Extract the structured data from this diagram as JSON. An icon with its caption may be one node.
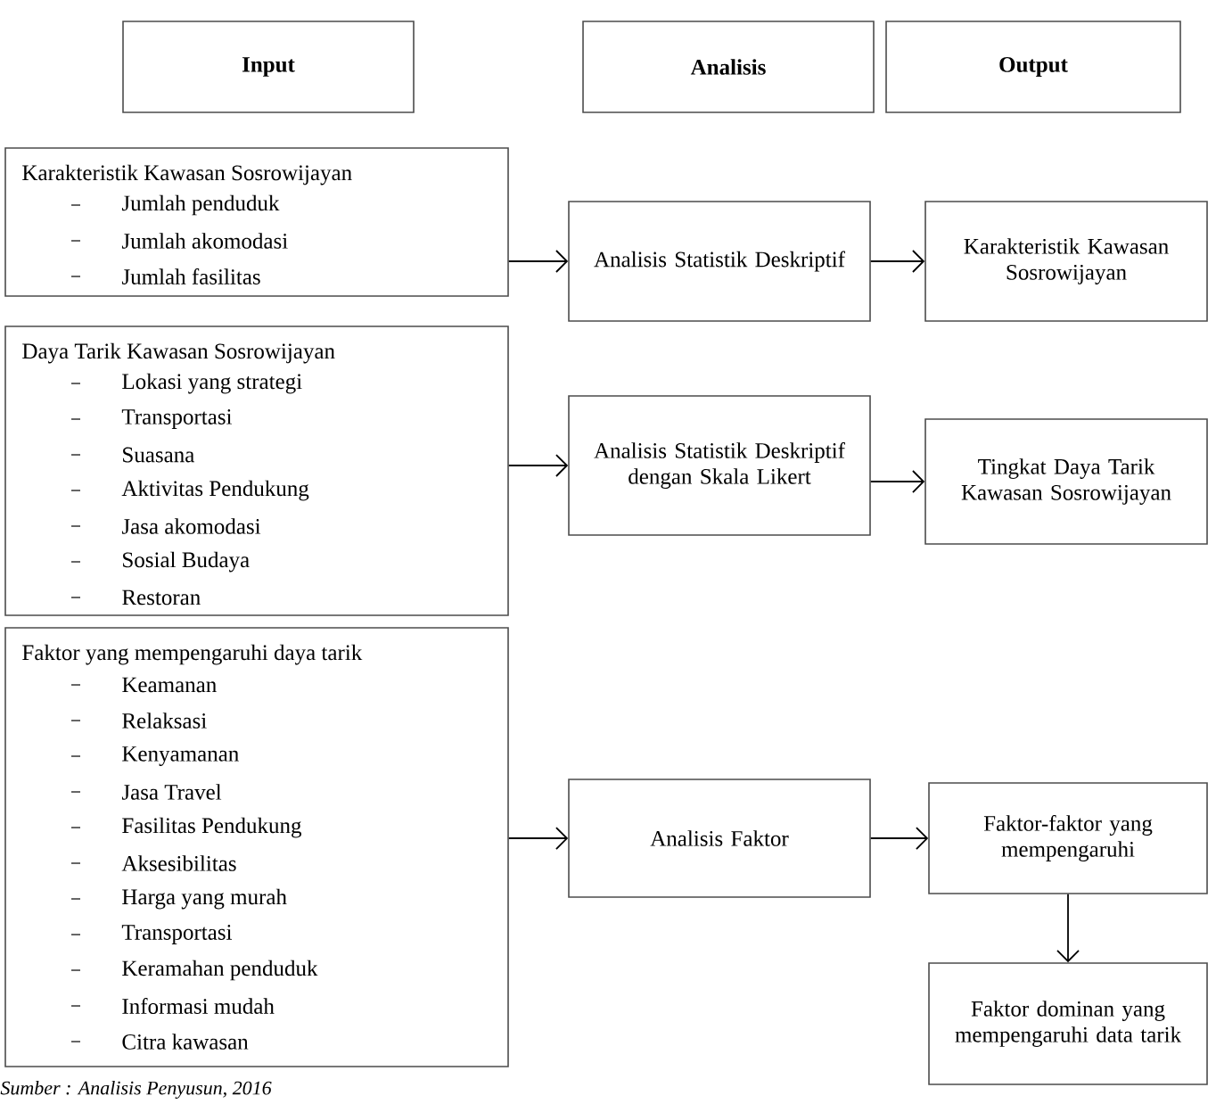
{
  "diagram": {
    "caption": "Sumber : Analisis Penyusun, 2016",
    "nodes": [
      {
        "text": [
          "Input"
        ]
      },
      {
        "text": [
          "Analisis"
        ]
      },
      {
        "text": [
          "Output"
        ]
      },
      {
        "text": [
          "Karakteristik Kawasan Sosrowijayan",
          "Jumlah penduduk",
          "Jumlah akomodasi",
          "Jumlah fasilitas"
        ]
      },
      {
        "text": [
          "Daya Tarik Kawasan Sosrowijayan",
          "Lokasi yang strategi",
          "Transportasi",
          "Suasana",
          "Aktivitas Pendukung",
          "Jasa akomodasi",
          "Sosial Budaya",
          "Restoran"
        ]
      },
      {
        "text": [
          "Faktor yang mempengaruhi daya tarik",
          "Keamanan",
          "Relaksasi",
          "Kenyamanan",
          "Jasa Travel",
          "Fasilitas Pendukung",
          "Aksesibilitas",
          "Harga yang murah",
          "Transportasi",
          "Keramahan penduduk",
          "Informasi mudah",
          "Citra kawasan"
        ]
      },
      {
        "text": [
          "Analisis Statistik Deskriptif"
        ]
      },
      {
        "text": [
          "Karakteristik Kawasan Sosrowijayan"
        ]
      },
      {
        "text": [
          "Analisis Statistik Deskriptif dengan Skala Likert"
        ]
      },
      {
        "text": [
          "Tingkat Daya Tarik Kawasan Sosrowijayan"
        ]
      },
      {
        "text": [
          "Analisis Faktor"
        ]
      },
      {
        "text": [
          "Faktor-faktor yang mempengaruhi"
        ]
      },
      {
        "text": [
          "Faktor dominan yang mempengaruhi data tarik"
        ]
      }
    ],
    "edges": [
      {
        "from": 3,
        "to": 6,
        "arrow": "to"
      },
      {
        "from": 6,
        "to": 7,
        "arrow": "to"
      },
      {
        "from": 4,
        "to": 8,
        "arrow": "to"
      },
      {
        "from": 8,
        "to": 9,
        "arrow": "to"
      },
      {
        "from": 5,
        "to": 10,
        "arrow": "to"
      },
      {
        "from": 10,
        "to": 11,
        "arrow": "to"
      },
      {
        "from": 11,
        "to": 12,
        "arrow": "to"
      }
    ]
  }
}
